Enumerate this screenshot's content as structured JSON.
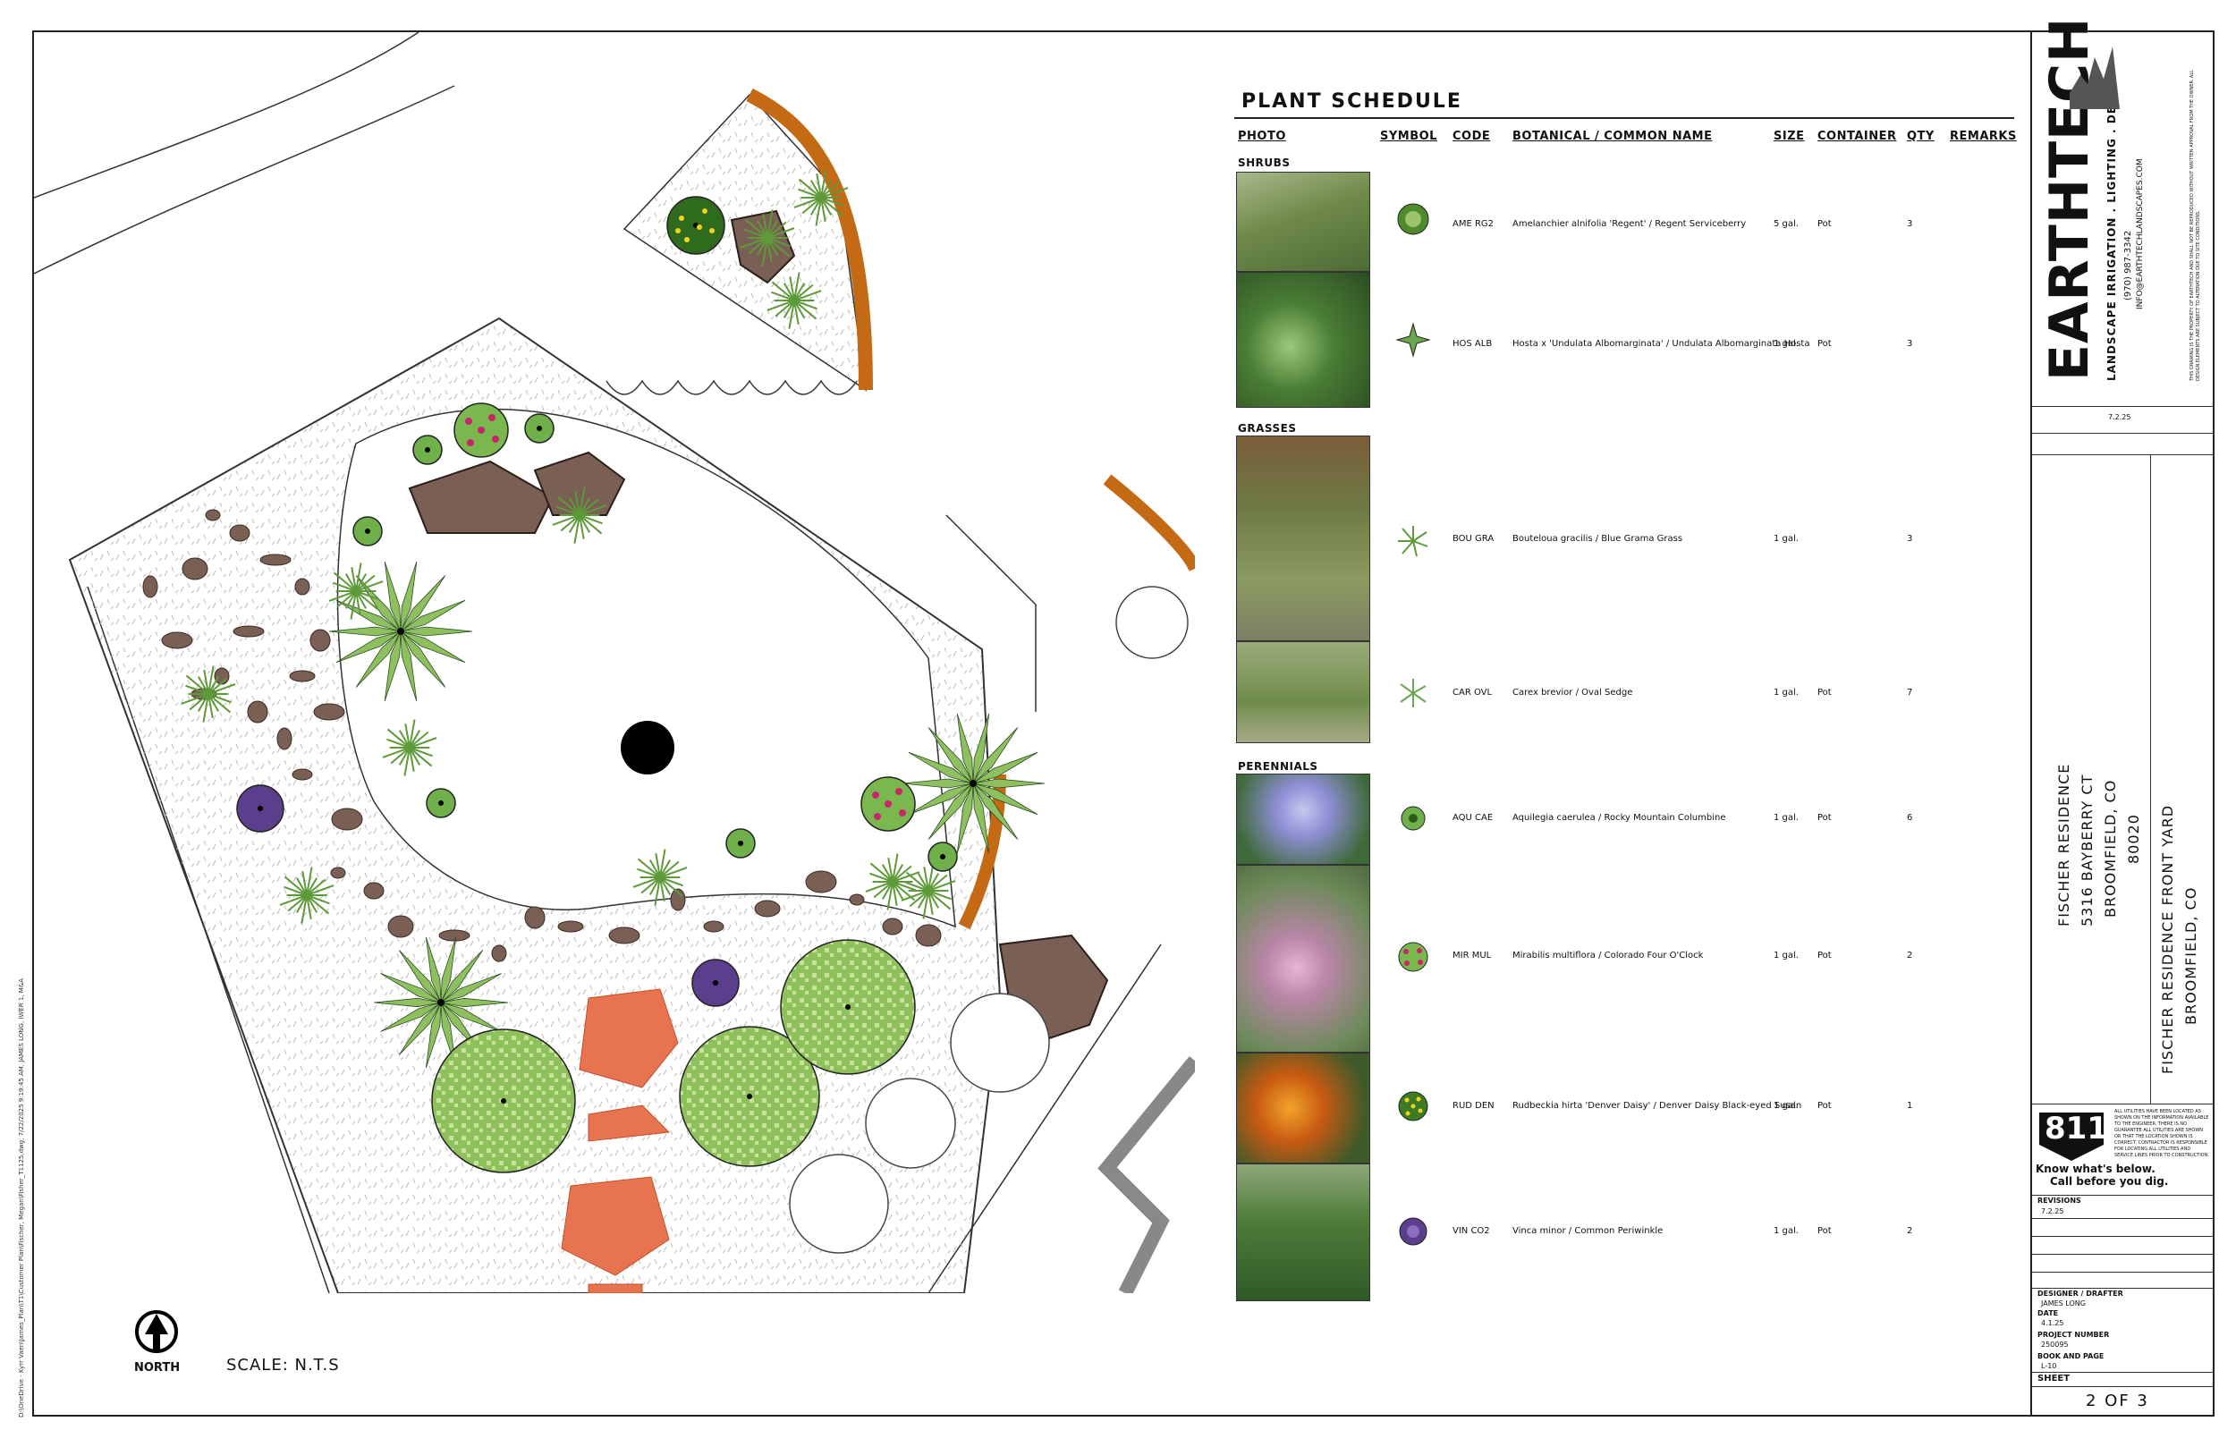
{
  "drawing": {
    "scale_label": "SCALE: N.T.S",
    "north_label": "NORTH",
    "file_path": "D:\\OneDrive - Kyrr Vaen\\James_Plan\\T1\\Customer Plan\\Fischer, Megan\\Fisher_T1125.dwg, 7/22/2025 9:19:45 AM, JAMES LONG, IWER 1, M&A"
  },
  "schedule": {
    "title": "PLANT SCHEDULE",
    "headers": {
      "photo": "PHOTO",
      "symbol": "SYMBOL",
      "code": "CODE",
      "name": "BOTANICAL / COMMON NAME",
      "size": "SIZE",
      "container": "CONTAINER",
      "qty": "QTY",
      "remarks": "REMARKS"
    },
    "categories": {
      "shrubs": "SHRUBS",
      "grasses": "GRASSES",
      "perennials": "PERENNIALS"
    },
    "rows": [
      {
        "code": "AME RG2",
        "name": "Amelanchier alnifolia 'Regent' / Regent Serviceberry",
        "size": "5 gal.",
        "container": "Pot",
        "qty": "3"
      },
      {
        "code": "HOS ALB",
        "name": "Hosta x 'Undulata Albomarginata' / Undulata Albomarginata Hosta",
        "size": "1 gal.",
        "container": "Pot",
        "qty": "3"
      },
      {
        "code": "BOU GRA",
        "name": "Bouteloua gracilis / Blue Grama Grass",
        "size": "1 gal.",
        "container": "",
        "qty": "3"
      },
      {
        "code": "CAR OVL",
        "name": "Carex brevior / Oval Sedge",
        "size": "1 gal.",
        "container": "Pot",
        "qty": "7"
      },
      {
        "code": "AQU CAE",
        "name": "Aquilegia caerulea / Rocky Mountain Columbine",
        "size": "1 gal.",
        "container": "Pot",
        "qty": "6"
      },
      {
        "code": "MIR MUL",
        "name": "Mirabilis multiflora / Colorado Four O'Clock",
        "size": "1 gal.",
        "container": "Pot",
        "qty": "2"
      },
      {
        "code": "RUD DEN",
        "name": "Rudbeckia hirta 'Denver Daisy' / Denver Daisy Black-eyed Susan",
        "size": "1 gal.",
        "container": "Pot",
        "qty": "1"
      },
      {
        "code": "VIN CO2",
        "name": "Vinca minor / Common Periwinkle",
        "size": "1 gal.",
        "container": "Pot",
        "qty": "2"
      }
    ]
  },
  "title_block": {
    "company": "EARTHTECH",
    "tagline": "LANDSCAPE IRRIGATION . LIGHTING . DESIGN",
    "phone": "(970) 987-3342",
    "email": "INFO@EARTHTECHLANDSCAPES.COM",
    "disclaimer": "THIS DRAWING IS THE PROPERTY OF EARTHTECH AND SHALL NOT BE REPRODUCED WITHOUT WRITTEN APPROVAL FROM THE OWNER. ALL DESIGN ELEMENTS ARE SUBJECT TO ALTERATION DUE TO SITE CONDITIONS.",
    "date_box": "7.2.25",
    "client_name": "FISCHER RESIDENCE",
    "client_street": "5316 BAYBERRY CT",
    "client_city": "BROOMFIELD, CO",
    "client_zip": "80020",
    "project_title": "FISCHER RESIDENCE FRONT YARD",
    "project_city": "BROOMFIELD, CO",
    "call_number": "811",
    "call_line1": "Know what's below.",
    "call_line2": "Call before you dig.",
    "call_note": "ALL UTILITIES HAVE BEEN LOCATED AS SHOWN ON THE INFORMATION AVAILABLE TO THE ENGINEER. THERE IS NO GUARANTEE ALL UTILITIES ARE SHOWN OR THAT THE LOCATION SHOWN IS CORRECT. CONTRACTOR IS RESPONSIBLE FOR LOCATING ALL UTILITIES AND SERVICE LINES PRIOR TO CONSTRUCTION.",
    "revisions_label": "REVISIONS",
    "revisions_value": "7.2.25",
    "designer_label": "DESIGNER / DRAFTER",
    "designer_value": "JAMES LONG",
    "date_label": "DATE",
    "date_value": "4.1.25",
    "project_number_label": "PROJECT NUMBER",
    "project_number_value": "250095",
    "book_label": "BOOK AND PAGE",
    "book_value": "L-10",
    "sheet_label": "SHEET",
    "sheet_value": "2 OF 3"
  },
  "colors": {
    "leaf_light": "#9bc46b",
    "leaf_dark": "#4f8a2c",
    "rock": "#7a5f55",
    "flagstone": "#e8734f",
    "edging": "#c46a14",
    "periwinkle": "#5b3f8c",
    "flower_pink": "#c8266a"
  }
}
